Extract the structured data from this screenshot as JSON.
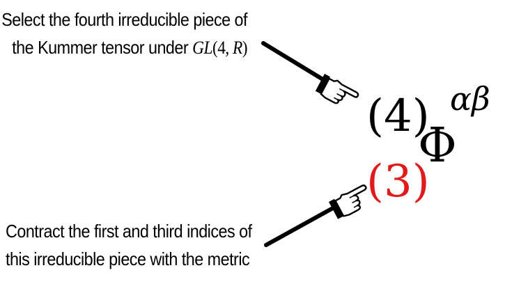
{
  "annotations": {
    "top": {
      "line1": "Select the fourth irreducible piece of",
      "line2_prefix": "the Kummer tensor under ",
      "group": "GL",
      "group_args": "(4, ",
      "field": "R",
      "group_close": ")"
    },
    "bottom": {
      "line1": "Contract the first and third indices of",
      "line2": "this irreducible piece with the metric"
    }
  },
  "formula": {
    "upper_label": "(4)",
    "lower_label": "(3)",
    "symbol": "Φ",
    "superscript": "αβ"
  },
  "colors": {
    "text": "#000000",
    "lower_label": "#e01b1b",
    "hand_outline": "#000000",
    "hand_fill": "#ffffff"
  },
  "icons": {
    "upper_pointer": "pointing-hand-icon",
    "lower_pointer": "pointing-hand-icon"
  }
}
